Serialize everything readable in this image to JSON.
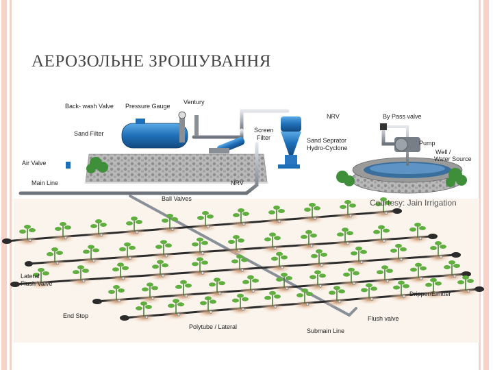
{
  "slide": {
    "title": "АЕРОЗОЛЬНЕ ЗРОШУВАННЯ"
  },
  "diagram": {
    "credit": "Courtesy: Jain Irrigation",
    "labels": {
      "backwash_valve": "Back- wash Valve",
      "pressure_gauge": "Pressure Gauge",
      "ventury": "Ventury",
      "sand_filter": "Sand Filter",
      "screen_filter": "Screen",
      "screen_filter_2": "Filter",
      "nrv_top": "NRV",
      "bypass_valve": "By Pass valve",
      "sand_separator": "Sand Seprator",
      "hydro_cyclone": "Hydro-Cyclone",
      "pump": "Pump",
      "well": "Well /",
      "water_source": "Water Source",
      "air_valve": "Air Valve",
      "main_line": "Main Line",
      "nrv_mid": "NRV",
      "ball_valves": "Ball Valves",
      "lateral_flush_1": "Lateral",
      "lateral_flush_2": "Flush Valve",
      "end_stop": "End Stop",
      "polytube": "Polytube / Lateral",
      "submain": "Submain Line",
      "flush_valve": "Flush valve",
      "dripper": "Dripper/Emitter"
    }
  }
}
